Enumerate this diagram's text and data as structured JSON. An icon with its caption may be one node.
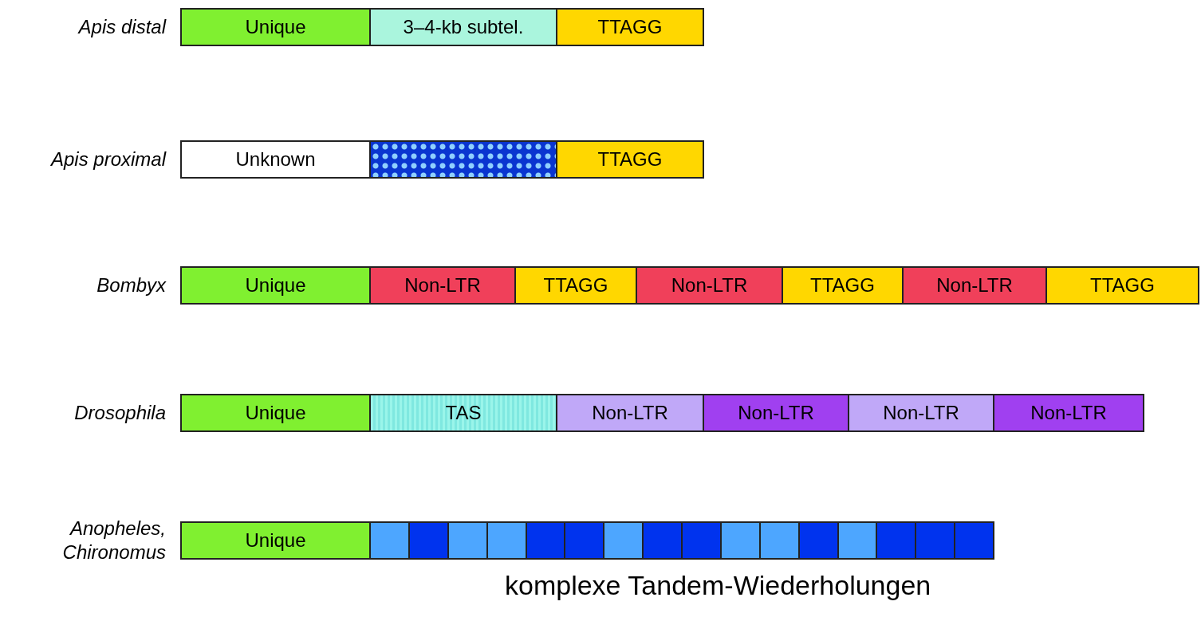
{
  "diagram": {
    "nodes": [
      {
        "text": [
          "Unique"
        ]
      },
      {
        "text": [
          "3–4-kb subtel."
        ]
      },
      {
        "text": [
          "TTAGG"
        ]
      },
      {
        "text": [
          "Unknown"
        ]
      },
      {
        "text": [],
        "shape": "box"
      },
      {
        "text": [
          "TTAGG"
        ]
      },
      {
        "text": [
          "Unique"
        ]
      },
      {
        "text": [
          "Non-LTR"
        ]
      },
      {
        "text": [
          "TTAGG"
        ]
      },
      {
        "text": [
          "Non-LTR"
        ]
      },
      {
        "text": [
          "TTAGG"
        ]
      },
      {
        "text": [
          "Non-LTR"
        ]
      },
      {
        "text": [
          "TTAGG"
        ]
      },
      {
        "text": [
          "Unique"
        ]
      },
      {
        "text": [
          "TAS"
        ]
      },
      {
        "text": [
          "Non-LTR"
        ]
      },
      {
        "text": [
          "Non-LTR"
        ]
      },
      {
        "text": [
          "Non-LTR"
        ]
      },
      {
        "text": [
          "Non-LTR"
        ]
      },
      {
        "text": [
          "Unique"
        ]
      },
      {
        "text": [],
        "shape": "box"
      },
      {
        "text": [],
        "shape": "box"
      },
      {
        "text": [],
        "shape": "box"
      },
      {
        "text": [],
        "shape": "box"
      },
      {
        "text": [],
        "shape": "box"
      },
      {
        "text": [],
        "shape": "box"
      },
      {
        "text": [],
        "shape": "box"
      },
      {
        "text": [],
        "shape": "box"
      },
      {
        "text": [],
        "shape": "box"
      },
      {
        "text": [],
        "shape": "box"
      },
      {
        "text": [],
        "shape": "box"
      },
      {
        "text": [],
        "shape": "box"
      },
      {
        "text": [],
        "shape": "box"
      },
      {
        "text": [],
        "shape": "box"
      },
      {
        "text": [],
        "shape": "box"
      },
      {
        "text": [],
        "shape": "box"
      }
    ],
    "labels": [
      "Apis distal",
      "Apis proximal",
      "Bombyx",
      "Drosophila",
      "Anopheles, Chironomus",
      "komplexe Tandem-Wiederholungen"
    ]
  }
}
